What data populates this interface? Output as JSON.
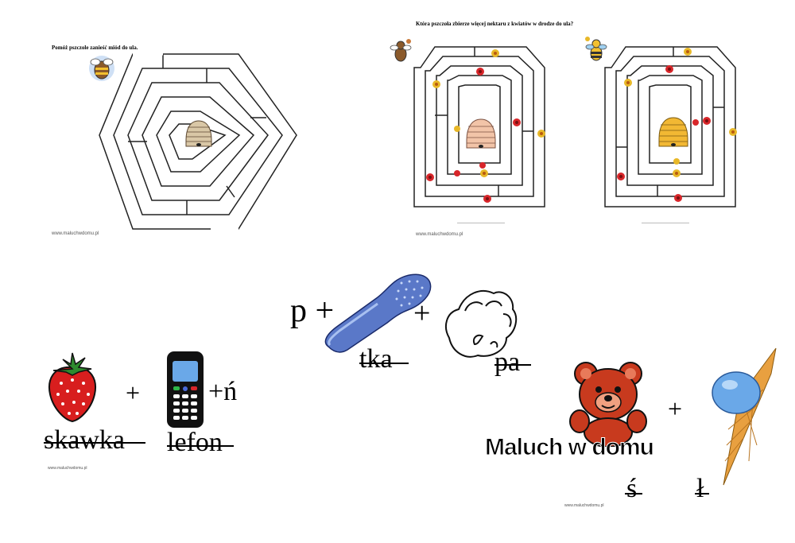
{
  "maze_sheet_1": {
    "title": "Pomóż pszczole zanieść miód do ula.",
    "watermark": "www.maluchwdomu.pl"
  },
  "maze_sheet_2": {
    "title": "Która pszczoła zbierze więcej nektaru z kwiatów w drodze do ula?",
    "watermark": "www.maluchwdomu.pl"
  },
  "rebus_left": {
    "plus": "+",
    "suffix": "+ń",
    "crossed_word_1": "skawka",
    "crossed_word_2": "lefon",
    "watermark": "www.maluchwdomu.pl"
  },
  "rebus_center": {
    "prefix": "p +",
    "plus": "+",
    "crossed_word_1": "tka",
    "crossed_word_2": "pa"
  },
  "rebus_right": {
    "plus": "+",
    "logo": "Maluch w domu",
    "letter_1": "ś",
    "letter_2": "ł",
    "watermark": "www.maluchwdomu.pl"
  },
  "colors": {
    "hive_beige": "#d9c7a6",
    "hive_pink": "#f2c4a8",
    "hive_yellow": "#f2b833",
    "flower_red": "#d8262a",
    "flower_yellow": "#e8b828",
    "strawberry_red": "#d81e1e",
    "leaf_green": "#2e8b2e",
    "brush_blue": "#5a78c8",
    "bear_red": "#c83a1e",
    "icecream_blue": "#6aa8e8",
    "cone_tan": "#e8a040"
  }
}
